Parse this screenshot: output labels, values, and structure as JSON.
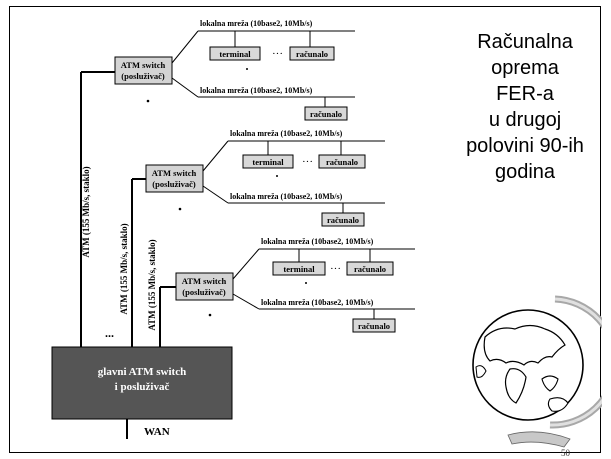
{
  "slide": {
    "title_lines": [
      "Računalna",
      "oprema",
      "FER-a",
      "u drugoj",
      "polovini 90-ih",
      "godina"
    ],
    "page_number": "50"
  },
  "diagram": {
    "main_switch": {
      "line1": "glavni ATM switch",
      "line2": "i posluživač"
    },
    "wan_label": "WAN",
    "ellipsis_main": "...",
    "link_labels": [
      "ATM (155 Mb/s, staklo)",
      "ATM (155 Mb/s, staklo)",
      "ATM (155 Mb/s, staklo)"
    ],
    "switches": [
      {
        "line1": "ATM switch",
        "line2": "(posluživač)",
        "lan_top": "lokalna mreža (10base2, 10Mb/s)",
        "lan_bottom": "lokalna mreža (10base2, 10Mb/s)",
        "terminal": "terminal",
        "ellipsis": "···",
        "computer_top": "računalo",
        "computer_bottom": "računalo"
      },
      {
        "line1": "ATM switch",
        "line2": "(posluživač)",
        "lan_top": "lokalna mreža (10base2, 10Mb/s)",
        "lan_bottom": "lokalna mreža (10base2, 10Mb/s)",
        "terminal": "terminal",
        "ellipsis": "···",
        "computer_top": "računalo",
        "computer_bottom": "računalo"
      },
      {
        "line1": "ATM switch",
        "line2": "(posluživač)",
        "lan_top": "lokalna mreža (10base2, 10Mb/s)",
        "lan_bottom": "lokalna mreža (10base2, 10Mb/s)",
        "terminal": "terminal",
        "ellipsis": "···",
        "computer_top": "računalo",
        "computer_bottom": "računalo"
      }
    ]
  },
  "colors": {
    "main_switch_fill": "#555555",
    "switch_fill": "#d4d4d4",
    "box_fill": "#d8d8d8",
    "ocean": "#ffffff",
    "land": "#ffffff",
    "globe_stand": "#c8c8c8"
  }
}
